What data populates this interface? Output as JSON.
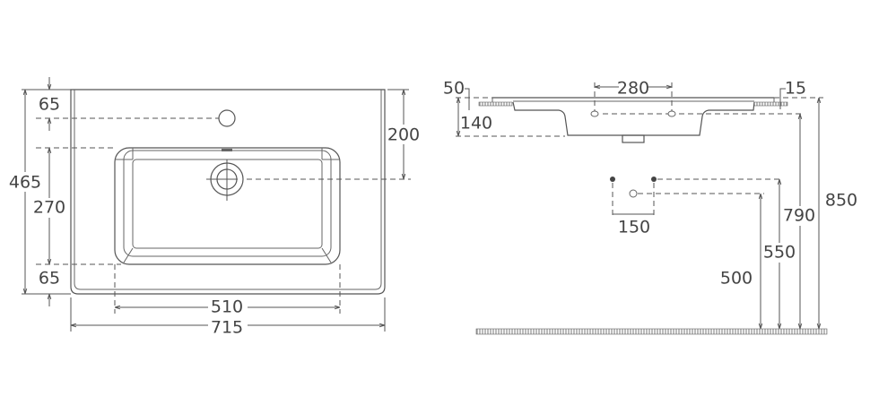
{
  "top_view": {
    "dimensions": {
      "total_depth": "465",
      "tap_offset_top": "65",
      "bowl_depth": "270",
      "bowl_offset_bottom": "65",
      "drain_from_back": "200",
      "bowl_width": "510",
      "total_width": "715"
    }
  },
  "side_view": {
    "dimensions": {
      "rim_thickness": "50",
      "basin_height": "140",
      "hole_spacing": "280",
      "edge_thickness": "15",
      "trap_spacing": "150",
      "trap_height": "500",
      "supply_height": "550",
      "counter_height_under": "790",
      "counter_height_top": "850"
    }
  },
  "colors": {
    "line": "#555555",
    "text": "#444444"
  }
}
